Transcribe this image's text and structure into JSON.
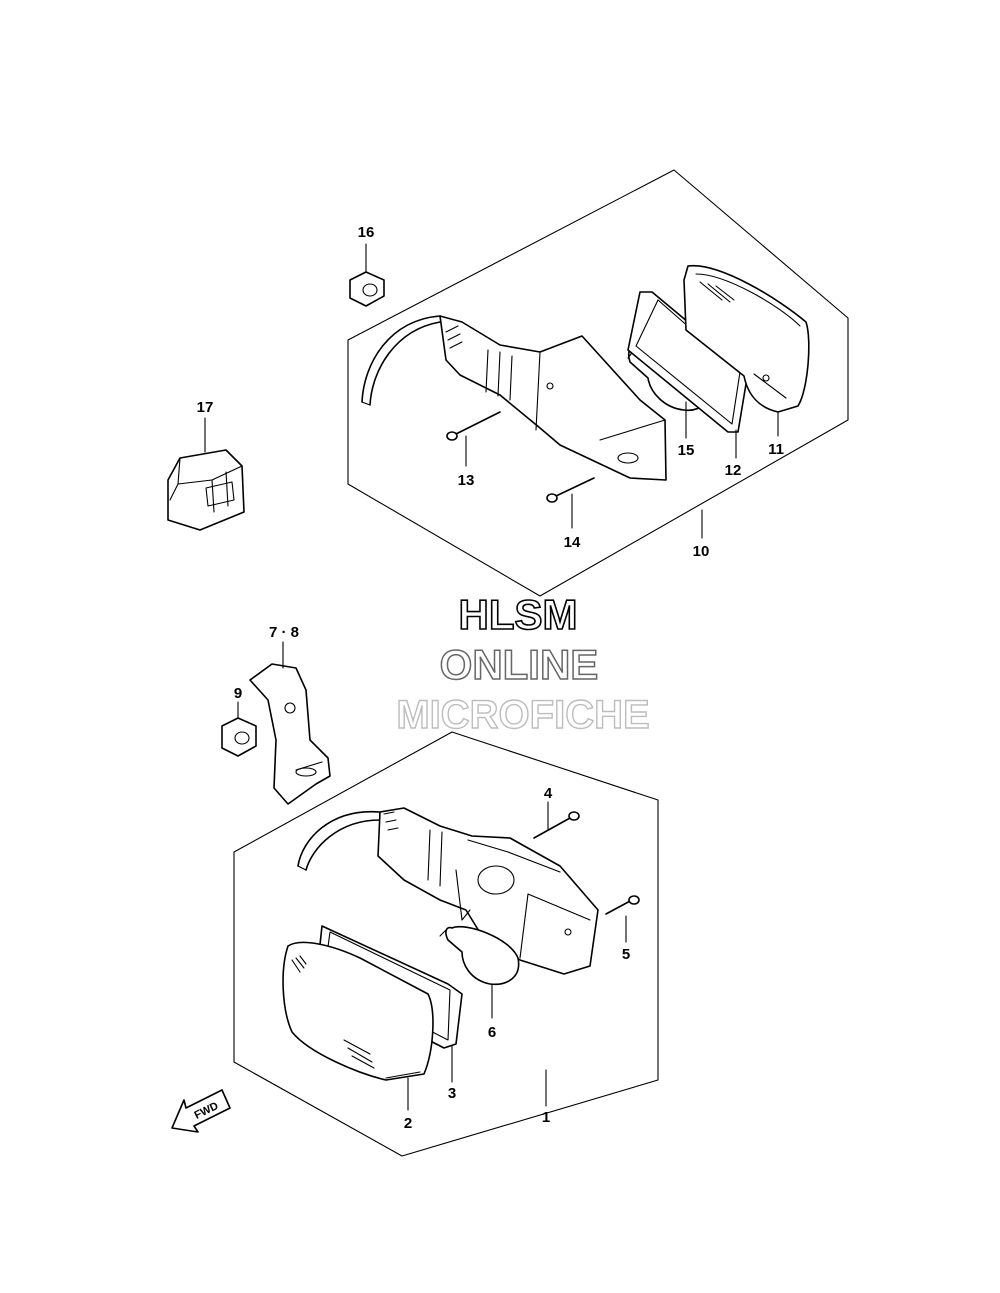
{
  "callouts": {
    "c1": "1",
    "c2": "2",
    "c3": "3",
    "c4": "4",
    "c5": "5",
    "c6": "6",
    "c78": "7 · 8",
    "c9": "9",
    "c10": "10",
    "c11": "11",
    "c12": "12",
    "c13": "13",
    "c14": "14",
    "c15": "15",
    "c16": "16",
    "c17": "17"
  },
  "watermark": {
    "line1": "HLSM",
    "line2": "ONLINE",
    "line3": "MICROFICHE"
  },
  "fwd_label": "FWD",
  "colors": {
    "line": "#000000",
    "background": "#ffffff",
    "watermark_gray": "#bdbdbd"
  }
}
